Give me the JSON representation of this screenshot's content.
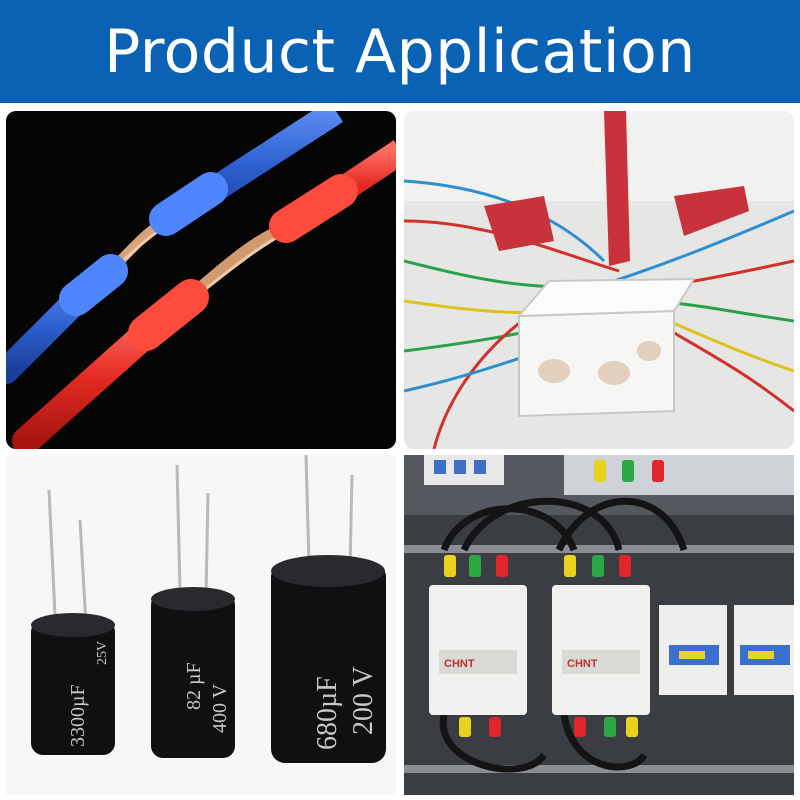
{
  "banner": {
    "title": "Product Application",
    "color": "#0a62b5"
  },
  "panels": {
    "capacitors": {
      "labels": [
        {
          "value": "3300µF",
          "voltage": "25V"
        },
        {
          "value": "82 µF",
          "voltage": "400 V"
        },
        {
          "value": "680µF",
          "voltage": "200 V"
        }
      ]
    },
    "switchgear": {
      "brand": "CHNT"
    }
  }
}
